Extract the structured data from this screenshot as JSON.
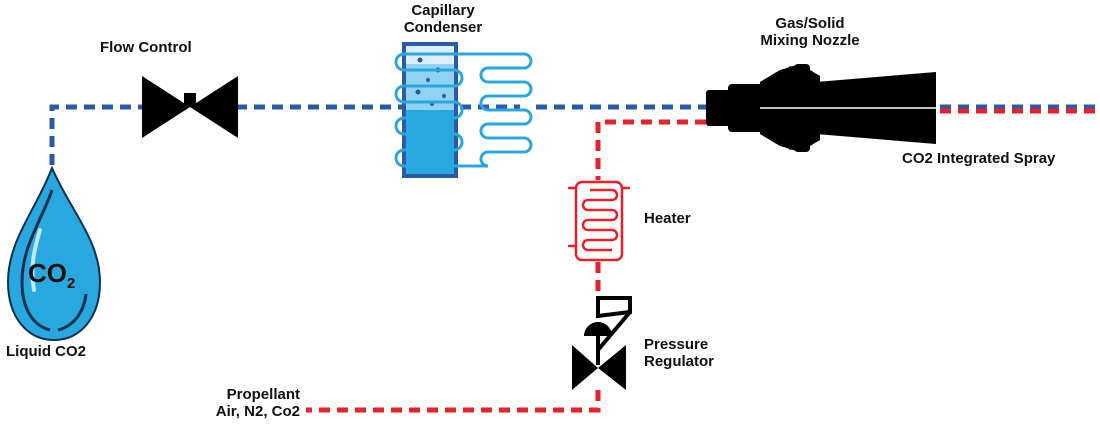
{
  "labels": {
    "flow_control": "Flow Control",
    "capillary_condenser": "Capillary\nCondenser",
    "mixing_nozzle": "Gas/Solid\nMixing Nozzle",
    "integrated_spray": "CO2 Integrated Spray",
    "heater": "Heater",
    "pressure_regulator": "Pressure\nRegulator",
    "propellant": "Propellant\nAir, N2, Co2",
    "liquid_co2": "Liquid CO2",
    "co2_symbol": "CO",
    "co2_subscript": "2"
  },
  "colors": {
    "co2_line": "#2b5aa8",
    "gas_line": "#e8202a",
    "liquid": "#29a8e0",
    "condenser_frame": "#2b5aa8",
    "component": "#000000"
  }
}
